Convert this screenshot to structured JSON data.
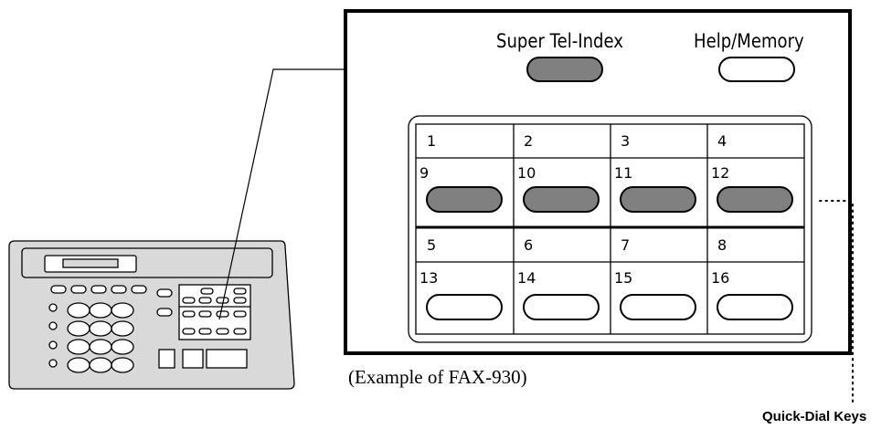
{
  "panel": {
    "super_tel_index": "Super Tel-Index",
    "help_memory": "Help/Memory"
  },
  "keys_top": {
    "row1_numbers": [
      "1",
      "2",
      "3",
      "4"
    ],
    "row1_keys": [
      "9",
      "10",
      "11",
      "12"
    ]
  },
  "keys_bottom": {
    "row2_numbers": [
      "5",
      "6",
      "7",
      "8"
    ],
    "row2_keys": [
      "13",
      "14",
      "15",
      "16"
    ]
  },
  "caption": "(Example of FAX-930)",
  "callout": "Quick-Dial Keys",
  "colors": {
    "key_dark": "#808080",
    "fax_body": "#d9d9d9",
    "outline": "#000000"
  }
}
